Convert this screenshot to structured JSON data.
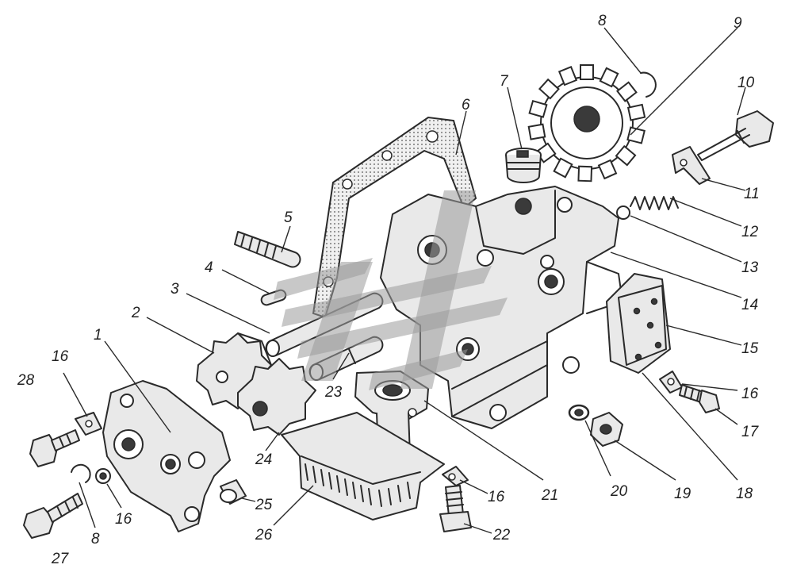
{
  "labels": {
    "l1": "1",
    "l2": "2",
    "l3": "3",
    "l4": "4",
    "l5": "5",
    "l6": "6",
    "l7": "7",
    "l8a": "8",
    "l8b": "8",
    "l9": "9",
    "l10": "10",
    "l11": "11",
    "l12": "12",
    "l13": "13",
    "l14": "14",
    "l15": "15",
    "l16a": "16",
    "l16b": "16",
    "l16c": "16",
    "l16d": "16",
    "l17": "17",
    "l18": "18",
    "l19": "19",
    "l20": "20",
    "l21": "21",
    "l22": "22",
    "l23": "23",
    "l24": "24",
    "l25": "25",
    "l26": "26",
    "l27": "27",
    "l28": "28"
  },
  "colors": {
    "ink": "#2a2a2a",
    "watermark": "#9a9a9a",
    "background": "#ffffff"
  }
}
